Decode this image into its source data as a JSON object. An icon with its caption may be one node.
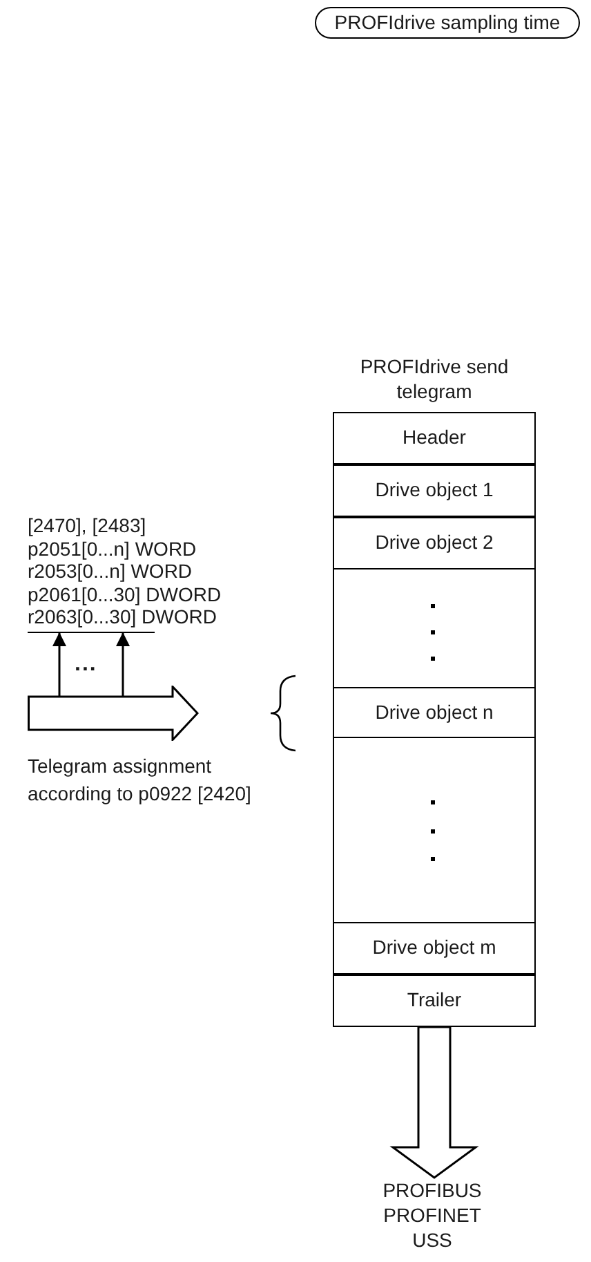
{
  "diagram": {
    "nodes": [
      {
        "text": [
          "PROFIdrive sampling time"
        ]
      },
      {
        "text": [
          "PROFIdrive send telegram"
        ]
      },
      {
        "text": [
          "Header"
        ],
        "in": 1
      },
      {
        "text": [
          "Drive object 1"
        ],
        "in": 1
      },
      {
        "text": [
          "Drive object 2"
        ],
        "in": 1
      },
      {
        "text": [
          "Drive object n"
        ],
        "in": 1
      },
      {
        "text": [
          "Drive object m"
        ],
        "in": 1
      },
      {
        "text": [
          "Trailer"
        ],
        "in": 1
      },
      {
        "text": [
          "[2470], [2483]",
          "p2051[0...n] WORD",
          "r2053[0...n] WORD",
          "p2061[0...30] DWORD",
          "r2063[0...30] DWORD"
        ]
      },
      {
        "text": [],
        "shape": "arrow",
        "beside": [
          "Telegram assignment according to p0922 [2420]"
        ]
      },
      {
        "text": [
          "PROFIBUS",
          "PROFINET",
          "USS"
        ]
      }
    ],
    "edges": [
      {
        "from": 9,
        "to": 8,
        "arrow": "to"
      },
      {
        "from": 9,
        "to": 8,
        "arrow": "to"
      },
      {
        "from": 1,
        "to": 10,
        "arrow": "to",
        "style": "thick"
      }
    ],
    "labels": [
      "..."
    ]
  }
}
